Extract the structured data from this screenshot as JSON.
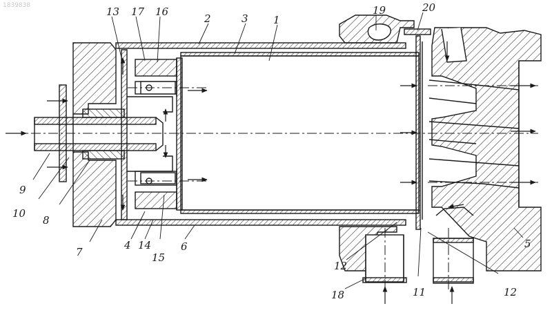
{
  "watermark": "1839838",
  "colors": {
    "ink": "#1a1a1a",
    "background": "#ffffff"
  },
  "labels": {
    "l1": "1",
    "l2": "2",
    "l3": "3",
    "l4": "4",
    "l5": "5",
    "l6": "6",
    "l7": "7",
    "l8": "8",
    "l9": "9",
    "l10": "10",
    "l11": "11",
    "l12a": "12",
    "l12b": "12",
    "l13": "13",
    "l14": "14",
    "l15": "15",
    "l16": "16",
    "l17": "17",
    "l18": "18",
    "l19": "19",
    "l20": "20"
  }
}
